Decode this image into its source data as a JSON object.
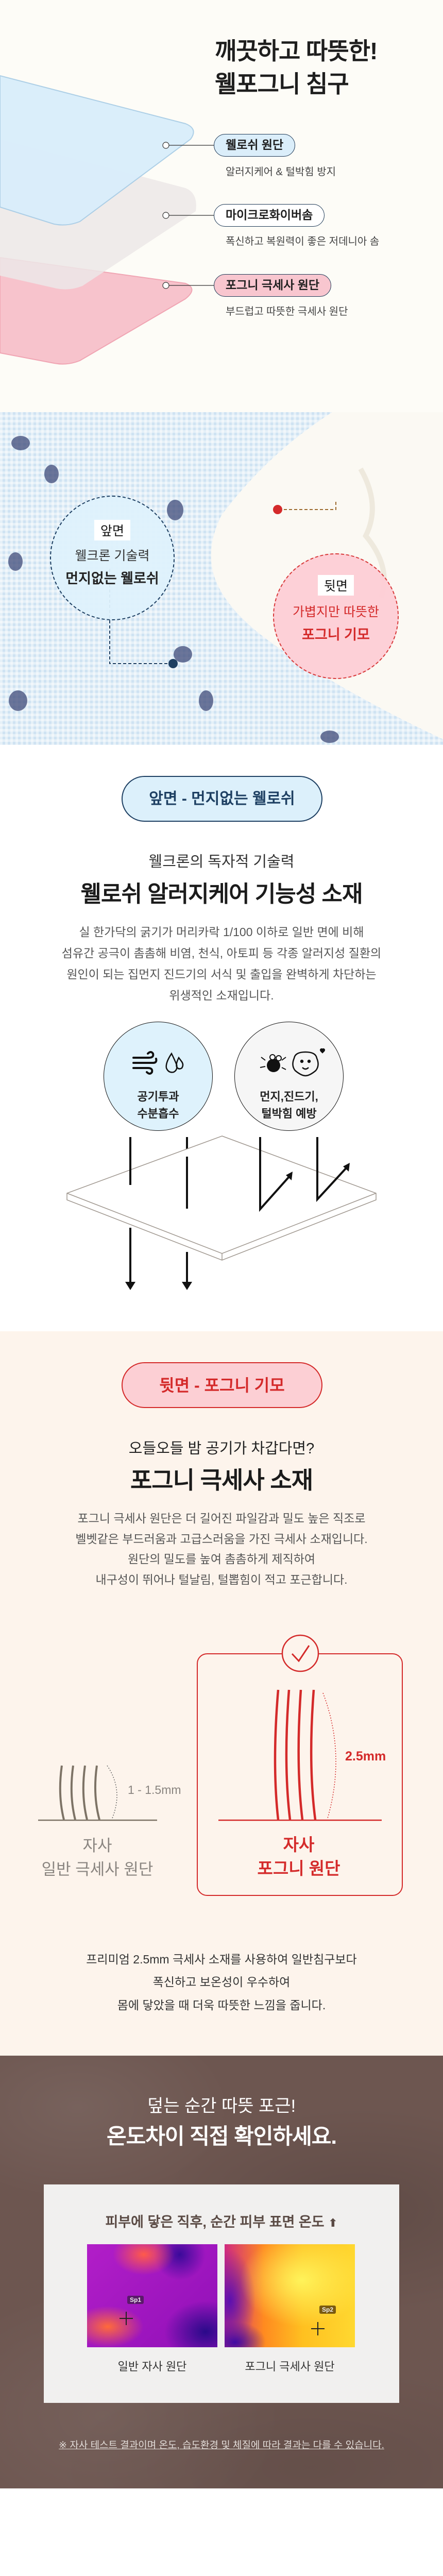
{
  "intro": {
    "title_line1": "깨끗하고 따뜻한!",
    "title_line2": "웰포그니 침구",
    "layers": [
      {
        "label": "웰로쉬 원단",
        "desc": "알러지케어 & 털박힘 방지",
        "color": "#dbeefa"
      },
      {
        "label": "마이크로화이버솜",
        "desc": "폭신하고 복원력이 좋은 저데니아 솜",
        "color": "#ffffff"
      },
      {
        "label": "포그니 극세사 원단",
        "desc": "부드럽고 따뜻한 극세사 원단",
        "color": "#f8c6cf"
      }
    ]
  },
  "photo": {
    "front": {
      "tag": "앞면",
      "line1": "웰크론 기술력",
      "line2": "먼지없는 웰로쉬"
    },
    "back": {
      "tag": "뒷면",
      "line1": "가볍지만 따뜻한",
      "line2": "포그니 기모"
    }
  },
  "front_section": {
    "pill": "앞면 - 먼지없는 웰로쉬",
    "subtitle": "웰크론의 독자적 기술력",
    "title": "웰로쉬 알러지케어 기능성 소재",
    "body": [
      "실 한가닥의 굵기가 머리카락 1/100 이하로 일반 면에 비해",
      "섬유간 공극이 촘촘해 비염, 천식, 아토피 등 각종 알러지성 질환의",
      "원인이 되는 집먼지 진드기의 서식 및 출입을 완벽하게 차단하는",
      "위생적인 소재입니다."
    ],
    "features": [
      {
        "icons": [
          "wind-icon",
          "water-drops-icon"
        ],
        "line1": "공기투과",
        "line2": "수분흡수"
      },
      {
        "icons": [
          "dust-mite-icon",
          "dog-icon"
        ],
        "line1": "먼지,진드기,",
        "line2": "털박힘 예방"
      }
    ]
  },
  "back_section": {
    "pill": "뒷면 - 포그니 기모",
    "subtitle": "오들오들 밤 공기가 차갑다면?",
    "title": "포그니 극세사 소재",
    "body": [
      "포그니 극세사 원단은 더 길어진 파일감과 밀도 높은 직조로",
      "벨벳같은 부드러움과 고급스러움을 가진 극세사 소재입니다.",
      "원단의 밀도를 높여 촘촘하게 제직하여",
      "내구성이 뛰어나 털날림, 털뽑힘이 적고 포근합니다."
    ],
    "compare": {
      "ordinary": {
        "length": "1 - 1.5mm",
        "line1": "자사",
        "line2": "일반 극세사 원단"
      },
      "pogni": {
        "length": "2.5mm",
        "line1": "자사",
        "line2": "포그니 원단"
      }
    },
    "footer": [
      "프리미엄 2.5mm 극세사 소재를 사용하여 일반침구보다",
      "폭신하고 보온성이 우수하여",
      "몸에 닿았을 때 더욱 따뜻한 느낌을 줍니다."
    ]
  },
  "thermal_section": {
    "subtitle": "덮는 순간 따뜻 포근!",
    "title": "온도차이 직접 확인하세요.",
    "box_heading": "피부에 닿은 직후, 순간 피부 표면 온도",
    "images": [
      {
        "spot": "Sp1",
        "caption": "일반 자사 원단"
      },
      {
        "spot": "Sp2",
        "caption": "포그니 극세사 원단"
      }
    ],
    "note": "※ 자사 테스트 결과이며 온도, 습도환경 및 체질에 따라 결과는 다를 수 있습니다."
  },
  "colors": {
    "navy": "#1d3f62",
    "red": "#d42a2a",
    "peach": "#fdf4ec",
    "brown": "#6d5650"
  }
}
